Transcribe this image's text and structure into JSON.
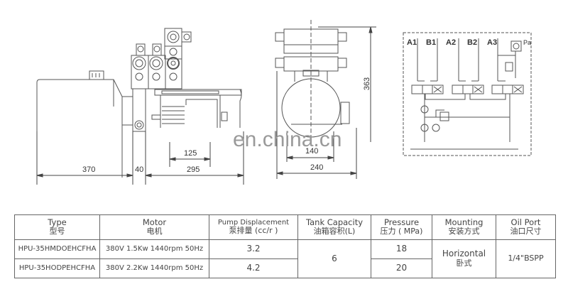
{
  "drawing": {
    "side_view": {
      "dimensions": {
        "tank_length": "370",
        "gap": "40",
        "motor_length": "295",
        "motor_mount": "125"
      }
    },
    "front_view": {
      "dimensions": {
        "height": "363",
        "mount_width": "140",
        "overall_width": "240"
      }
    },
    "hydraulic_schematic": {
      "port_labels": [
        "A1",
        "B1",
        "A2",
        "B2",
        "A3",
        "Pa"
      ]
    },
    "watermark": "en.china.cn"
  },
  "spec_table": {
    "headers": [
      {
        "en": "Type",
        "cn": "型号"
      },
      {
        "en": "Motor",
        "cn": "电机"
      },
      {
        "en": "Pump Displacement",
        "cn": "泵排量 (cc/r )"
      },
      {
        "en": "Tank Capacity",
        "cn": "油箱容积(L)"
      },
      {
        "en": "Pressure",
        "cn": "压力 ( MPa)"
      },
      {
        "en": "Mounting",
        "cn": "安装方式"
      },
      {
        "en": "Oil Port",
        "cn": "油口尺寸"
      }
    ],
    "rows": [
      {
        "type": "HPU-35HMDOEHCFHA",
        "motor": "380V 1.5Kw 1440rpm 50Hz",
        "pump": "3.2",
        "pressure": "18"
      },
      {
        "type": "HPU-35HODPEHCFHA",
        "motor": "380V 2.2Kw 1440rpm 50Hz",
        "pump": "4.2",
        "pressure": "20"
      }
    ],
    "shared": {
      "tank_capacity": "6",
      "mounting_en": "Horizontal",
      "mounting_cn": "卧式",
      "oil_port": "1/4\"BSPP"
    }
  }
}
